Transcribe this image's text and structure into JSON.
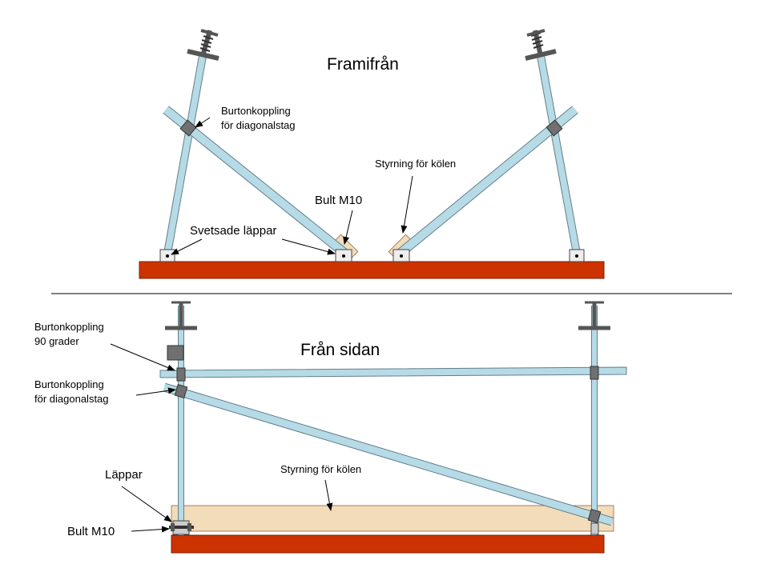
{
  "front_view": {
    "title": "Framifrån",
    "label_coupling_diag_1": "Burtonkoppling",
    "label_coupling_diag_2": "för diagonalstag",
    "label_keel_guide": "Styrning för kölen",
    "label_bolt": "Bult M10",
    "label_welded_lugs": "Svetsade läppar"
  },
  "side_view": {
    "title": "Från sidan",
    "label_coupling_90_1": "Burtonkoppling",
    "label_coupling_90_2": "90 grader",
    "label_coupling_diag_1": "Burtonkoppling",
    "label_coupling_diag_2": "för diagonalstag",
    "label_keel_guide": "Styrning för kölen",
    "label_lugs": "Läppar",
    "label_bolt": "Bult M10"
  },
  "colors": {
    "tube": "#b7dbe6",
    "tube_edge": "#5f7f8a",
    "base_beam": "#cc3300",
    "wood": "#f3dcba",
    "coupling": "#707070",
    "screw": "#555555"
  }
}
